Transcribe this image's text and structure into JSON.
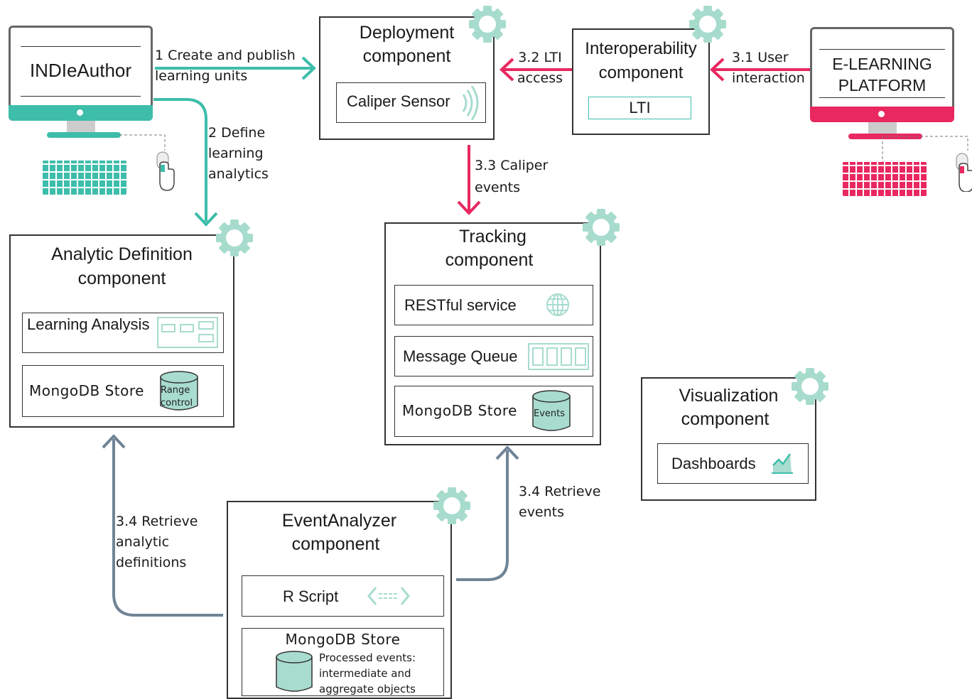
{
  "colors": {
    "teal": "#3dbdaa",
    "teal_light": "#a8dccf",
    "pink": "#e8285f",
    "slate": "#6f8496",
    "gear": "#a7dccd"
  },
  "icons": [
    "desktop-monitor-icon",
    "keyboard-icon",
    "mouse-hand-icon",
    "gear-icon",
    "signal-waves-icon",
    "globe-icon",
    "queue-icon",
    "database-icon",
    "chart-icon",
    "code-arrows-icon",
    "flow-blocks-icon"
  ],
  "actors": {
    "indieauthor": {
      "label": "INDIeAuthor"
    },
    "elearning": {
      "label_line1": "E-LEARNING",
      "label_line2": "PLATFORM"
    }
  },
  "components": {
    "deployment": {
      "title_line1": "Deployment",
      "title_line2": "component",
      "item": "Caliper Sensor"
    },
    "interoperability": {
      "title_line1": "Interoperability",
      "title_line2": "component",
      "item": "LTI"
    },
    "analytic": {
      "title_line1": "Analytic Definition",
      "title_line2": "component",
      "item1": "Learning Analysis",
      "item2": "MongoDB Store",
      "db_label_line1": "Range",
      "db_label_line2": "control"
    },
    "tracking": {
      "title_line1": "Tracking",
      "title_line2": "component",
      "item1": "RESTful service",
      "item2": "Message Queue",
      "item3": "MongoDB Store",
      "db_label": "Events"
    },
    "visualization": {
      "title_line1": "Visualization",
      "title_line2": "component",
      "item": "Dashboards"
    },
    "eventanalyzer": {
      "title_line1": "EventAnalyzer",
      "title_line2": "component",
      "item1": "R Script",
      "item2": "MongoDB Store",
      "note_line1": "Processed events:",
      "note_line2": "intermediate and",
      "note_line3": "aggregate objects"
    }
  },
  "edges": {
    "e1": {
      "line1": "1 Create and publish",
      "line2": "learning units"
    },
    "e2": {
      "line1": "2 Define",
      "line2": "learning",
      "line3": "analytics"
    },
    "e31": {
      "line1": "3.1 User",
      "line2": "interaction"
    },
    "e32": {
      "line1": "3.2 LTI",
      "line2": "access"
    },
    "e33": {
      "line1": "3.3 Caliper",
      "line2": "events"
    },
    "e34a": {
      "line1": "3.4 Retrieve",
      "line2": "events"
    },
    "e34b": {
      "line1": "3.4 Retrieve",
      "line2": "analytic",
      "line3": "definitions"
    }
  }
}
